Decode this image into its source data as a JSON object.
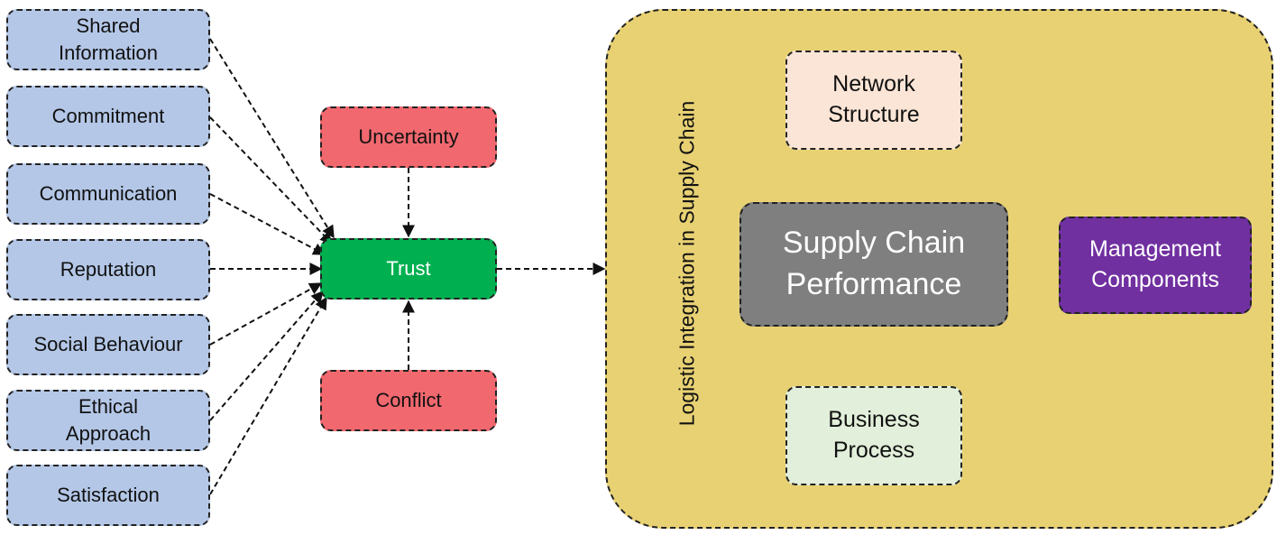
{
  "factors": {
    "shared_information": [
      "Shared",
      "Information"
    ],
    "commitment": "Commitment",
    "communication": "Communication",
    "reputation": "Reputation",
    "social_behaviour": "Social Behaviour",
    "ethical_approach": [
      "Ethical",
      "Approach"
    ],
    "satisfaction": "Satisfaction"
  },
  "moderators": {
    "uncertainty": "Uncertainty",
    "conflict": "Conflict"
  },
  "trust": "Trust",
  "integration": {
    "label": "Logistic Integration in Supply Chain",
    "network_structure": [
      "Network",
      "Structure"
    ],
    "performance": [
      "Supply Chain",
      "Performance"
    ],
    "management_components": [
      "Management",
      "Components"
    ],
    "business_process": [
      "Business",
      "Process"
    ]
  },
  "colors": {
    "factor": "#b4c7e7",
    "moderator": "#f1686f",
    "trust": "#00b050",
    "container": "#e8d173",
    "network": "#fbe5d6",
    "performance": "#7f7f7f",
    "management": "#7030a0",
    "business": "#e2efda"
  }
}
